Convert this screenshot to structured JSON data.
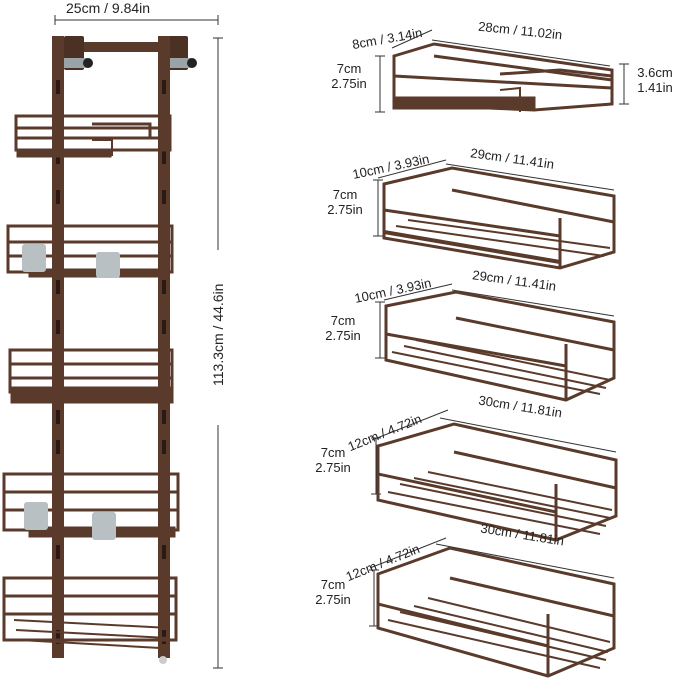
{
  "colors": {
    "metal": "#5a3a2b",
    "metal_dark": "#3f271c",
    "dim_line": "#333333",
    "hook": "#b9c0c3"
  },
  "rack": {
    "width_label": "25cm / 9.84in",
    "height_label": "113.3cm / 44.6in"
  },
  "baskets": [
    {
      "depth_label": "8cm / 3.14in",
      "width_label": "28cm / 11.02in",
      "height_label_line1": "7cm",
      "height_label_line2": "2.75in",
      "small_height_line1": "3.6cm",
      "small_height_line2": "1.41in"
    },
    {
      "depth_label": "10cm / 3.93in",
      "width_label": "29cm / 11.41in",
      "height_label_line1": "7cm",
      "height_label_line2": "2.75in"
    },
    {
      "depth_label": "10cm / 3.93in",
      "width_label": "29cm / 11.41in",
      "height_label_line1": "7cm",
      "height_label_line2": "2.75in"
    },
    {
      "depth_label": "12cm / 4.72in",
      "width_label": "30cm / 11.81in",
      "height_label_line1": "7cm",
      "height_label_line2": "2.75in"
    },
    {
      "depth_label": "12cm / 4.72in",
      "width_label": "30cm / 11.81in",
      "height_label_line1": "7cm",
      "height_label_line2": "2.75in"
    }
  ]
}
